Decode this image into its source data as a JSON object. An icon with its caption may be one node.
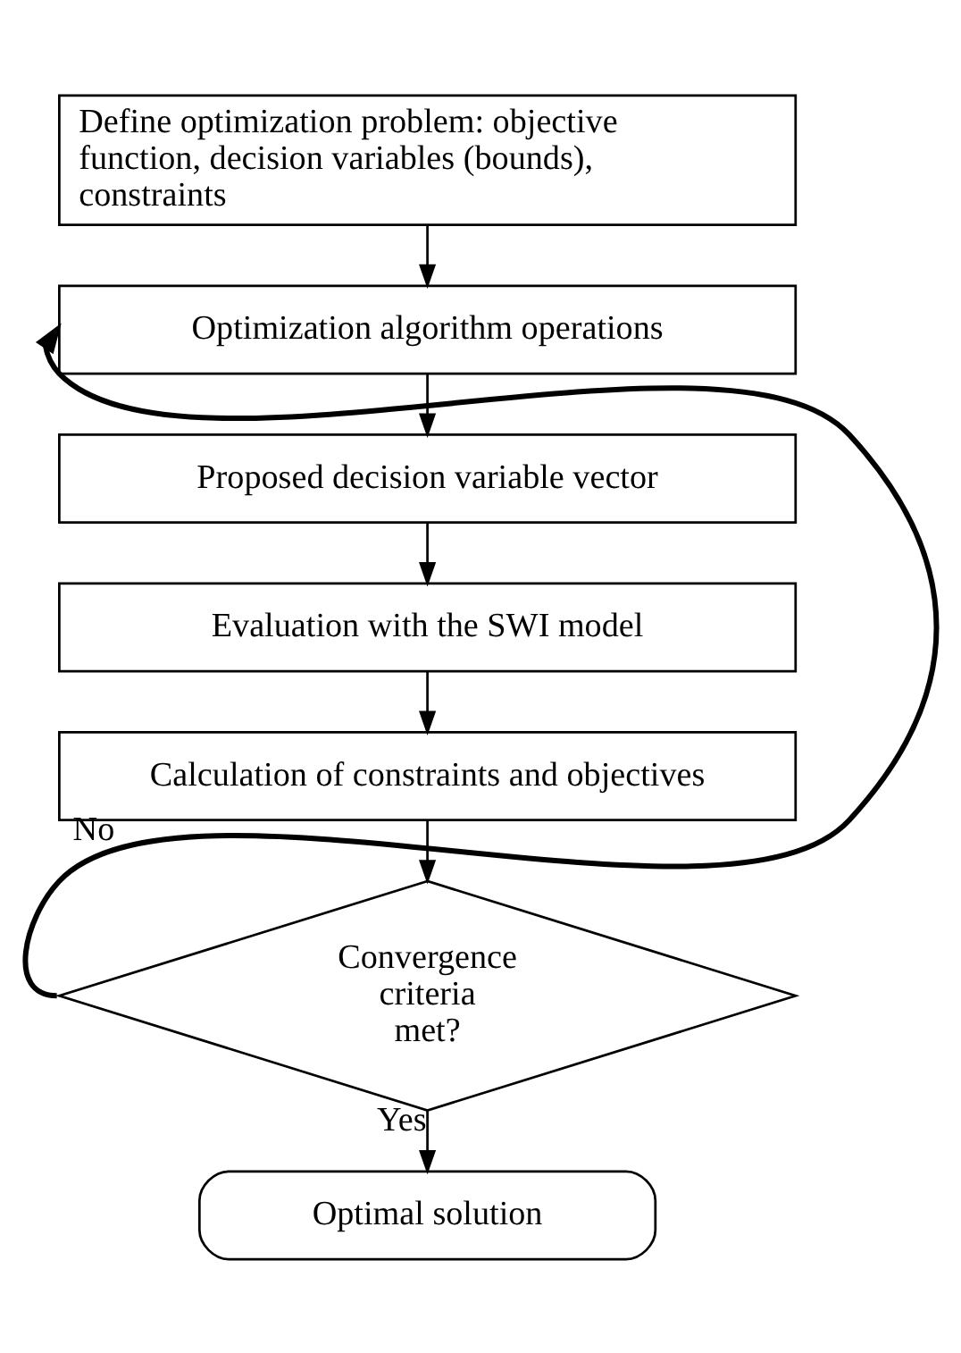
{
  "diagram": {
    "nodes": [
      {
        "text": [
          "Define optimization problem: objective function, decision variables (bounds), constraints"
        ]
      },
      {
        "text": [
          "Optimization algorithm operations"
        ]
      },
      {
        "text": [
          "Proposed decision variable vector"
        ]
      },
      {
        "text": [
          "Evaluation with the SWI model"
        ]
      },
      {
        "text": [
          "Calculation of constraints and objectives"
        ]
      },
      {
        "text": [
          "Convergence criteria met?"
        ]
      },
      {
        "text": [
          "Optimal solution"
        ]
      }
    ],
    "edges": [
      {
        "from": 0,
        "to": 1,
        "arrow": "to"
      },
      {
        "from": 1,
        "to": 2,
        "arrow": "to"
      },
      {
        "from": 2,
        "to": 3,
        "arrow": "to"
      },
      {
        "from": 3,
        "to": 4,
        "arrow": "to"
      },
      {
        "from": 4,
        "to": 5,
        "arrow": "to"
      },
      {
        "from": 5,
        "to": 1,
        "arrow": "to",
        "label": "No",
        "style": "thick"
      },
      {
        "from": 5,
        "to": 6,
        "arrow": "to",
        "label": "Yes"
      }
    ]
  }
}
